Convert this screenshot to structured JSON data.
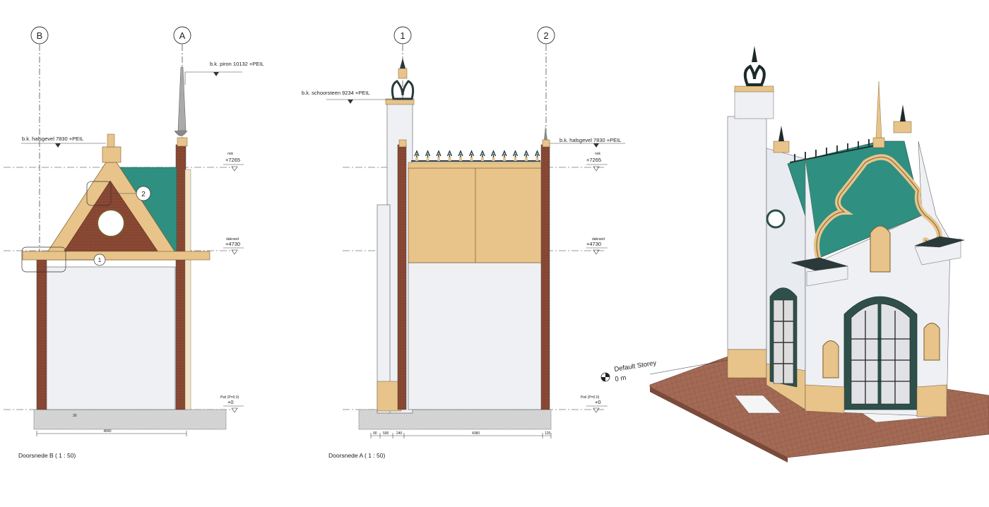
{
  "grids": {
    "b": "B",
    "a": "A",
    "g1": "1",
    "g2": "2"
  },
  "levels": {
    "piron": "b.k. piron 10132 +PEIL",
    "halsgevel_left": "b.k. halsgevel 7830 +PEIL",
    "schoorsteen": "b.k. schoorsteen 9234 +PEIL",
    "halsgevel_mid": "b.k. halsgevel 7830 +PEIL",
    "nok_label": "nok",
    "nok_value": "+7265",
    "dakrand_label": "dakrand",
    "dakrand_value": "+4730",
    "peil_label": "Peil (P=0.0)",
    "peil_value": "+0"
  },
  "callouts": {
    "c1": "1",
    "c2": "2"
  },
  "dimensions": {
    "b_total": "4840",
    "a_seg1": "90",
    "a_seg2": "590",
    "a_seg3": "240",
    "a_seg4": "4380",
    "a_seg5": "120",
    "b_small": "30"
  },
  "titles": {
    "section_b": "Doorsnede B  ( 1 : 50)",
    "section_a": "Doorsnede A  ( 1 : 50)"
  },
  "view3d": {
    "storey_name": "Default Storey",
    "storey_value": "0 m"
  },
  "colors": {
    "roof": "#2f8f80",
    "wood": "#e8c48a",
    "brick": "#8b4a35",
    "wall": "#eef0f4",
    "ground": "#a36a55",
    "iron": "#2a3a3a",
    "door": "#2f4f4a"
  }
}
